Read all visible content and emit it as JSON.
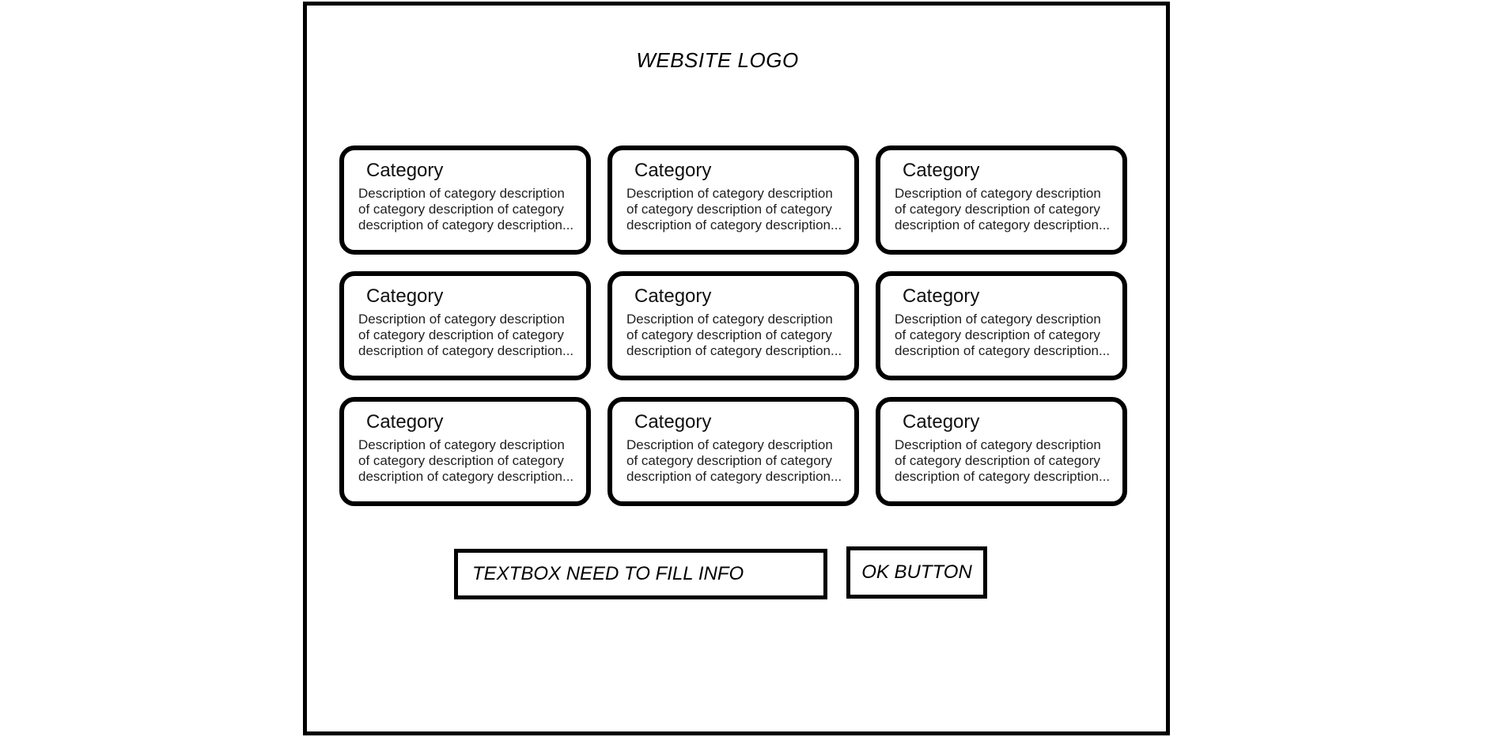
{
  "header": {
    "logo_text": "WEBSITE LOGO"
  },
  "categories": {
    "cards": [
      {
        "title": "Category",
        "description_lines": [
          "Description of category description",
          "of category description of category",
          "description of category description..."
        ]
      },
      {
        "title": "Category",
        "description_lines": [
          "Description of category description",
          "of category description of category",
          "description of category description..."
        ]
      },
      {
        "title": "Category",
        "description_lines": [
          "Description of category description",
          "of category description of category",
          "description of category description..."
        ]
      },
      {
        "title": "Category",
        "description_lines": [
          "Description of category description",
          "of category description of category",
          "description of category description..."
        ]
      },
      {
        "title": "Category",
        "description_lines": [
          "Description of category description",
          "of category description of category",
          "description of category description..."
        ]
      },
      {
        "title": "Category",
        "description_lines": [
          "Description of category description",
          "of category description of category",
          "description of category description..."
        ]
      },
      {
        "title": "Category",
        "description_lines": [
          "Description of category description",
          "of category description of category",
          "description of category description..."
        ]
      },
      {
        "title": "Category",
        "description_lines": [
          "Description of category description",
          "of category description of category",
          "description of category description..."
        ]
      },
      {
        "title": "Category",
        "description_lines": [
          "Description of category description",
          "of category description of category",
          "description of category description..."
        ]
      }
    ]
  },
  "form": {
    "textbox_value": "TEXTBOX NEED TO FILL INFO",
    "ok_button_label": "OK BUTTON"
  },
  "colors": {
    "outline": "#000000",
    "title_text": "#101010",
    "body_text": "#1f1f1f",
    "background": "#ffffff"
  }
}
